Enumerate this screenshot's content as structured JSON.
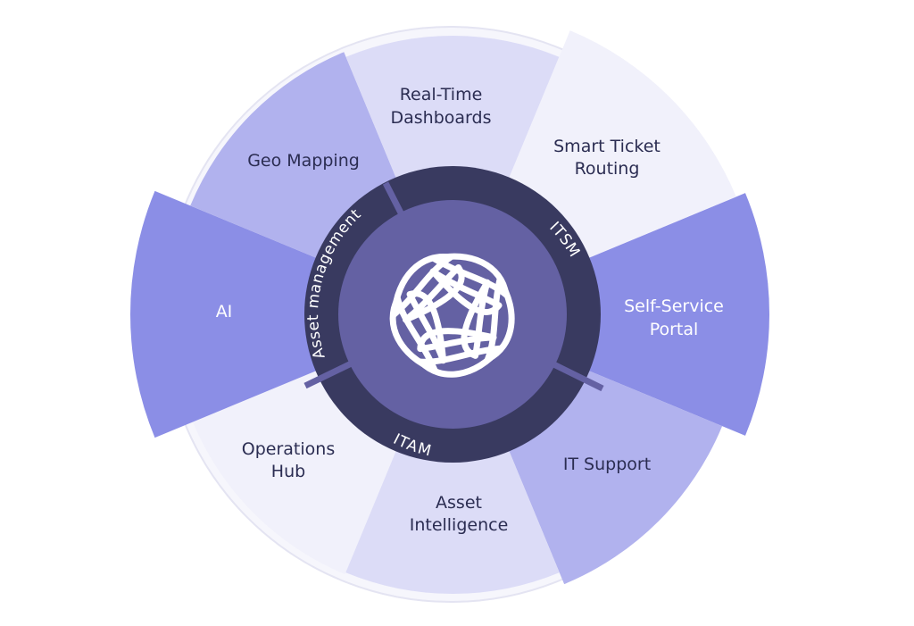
{
  "diagram": {
    "center_title": {
      "inner_ring": [
        "Asset management",
        "ITSM",
        "ITAM"
      ]
    },
    "segments": [
      {
        "id": "self-service-portal",
        "lines": [
          "Self-Service",
          "Portal"
        ],
        "color": "#8b8ee6"
      },
      {
        "id": "it-support",
        "lines": [
          "IT Support"
        ],
        "color": "#b1b2ee"
      },
      {
        "id": "asset-intelligence",
        "lines": [
          "Asset",
          "Intelligence"
        ],
        "color": "#dcdcf7"
      },
      {
        "id": "operations-hub",
        "lines": [
          "Operations",
          "Hub"
        ],
        "color": "#f1f1fb"
      },
      {
        "id": "ai",
        "lines": [
          "AI"
        ],
        "color": "#8b8ee6"
      },
      {
        "id": "geo-mapping",
        "lines": [
          "Geo Mapping"
        ],
        "color": "#b1b2ee"
      },
      {
        "id": "real-time-dashboards",
        "lines": [
          "Real-Time",
          "Dashboards"
        ],
        "color": "#dcdcf7"
      },
      {
        "id": "smart-ticket-routing",
        "lines": [
          "Smart Ticket",
          "Routing"
        ],
        "color": "#f1f1fb"
      }
    ],
    "colors": {
      "ring": "#393a60",
      "core": "#6461a3",
      "text": "#2b2d52"
    }
  }
}
